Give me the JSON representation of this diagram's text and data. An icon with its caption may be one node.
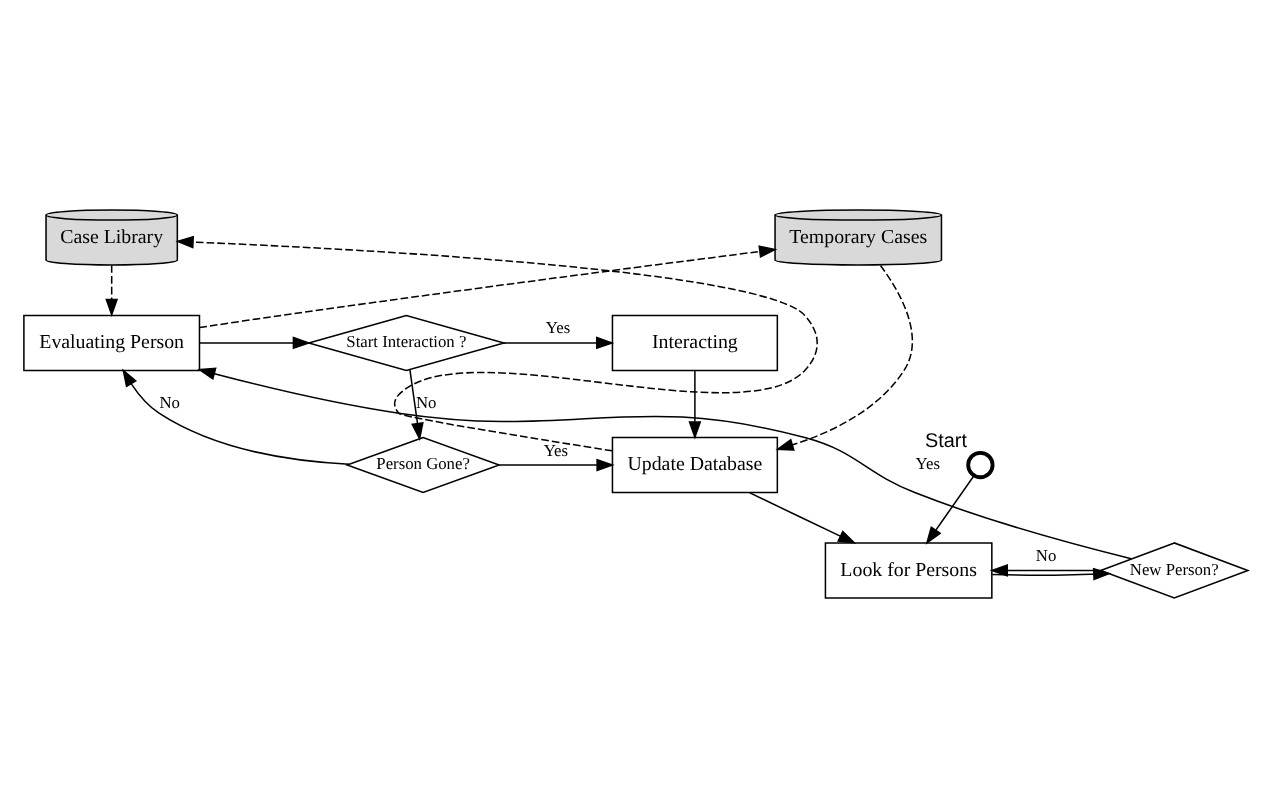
{
  "diagram": {
    "nodes": [
      {
        "text": [
          "Case Library"
        ]
      },
      {
        "text": [
          "Temporary Cases"
        ]
      },
      {
        "text": [
          "Evaluating Person"
        ]
      },
      {
        "text": [
          "Start Interaction ?"
        ]
      },
      {
        "text": [
          "Interacting"
        ]
      },
      {
        "text": [
          "Person Gone?"
        ]
      },
      {
        "text": [
          "Update Database"
        ]
      },
      {
        "text": [],
        "shape": "circle",
        "beside": [
          "Start"
        ]
      },
      {
        "text": [
          "New Person?"
        ]
      },
      {
        "text": [
          "Look for Persons"
        ]
      }
    ],
    "edges": [
      {
        "from": 0,
        "to": 2,
        "arrow": "to",
        "style": "dashed"
      },
      {
        "from": 2,
        "to": 1,
        "arrow": "to",
        "style": "dashed"
      },
      {
        "from": 2,
        "to": 3,
        "arrow": "to"
      },
      {
        "from": 3,
        "to": 4,
        "arrow": "to",
        "label": "Yes"
      },
      {
        "from": 3,
        "to": 5,
        "arrow": "to",
        "label": "No"
      },
      {
        "from": 4,
        "to": 6,
        "arrow": "to"
      },
      {
        "from": 1,
        "to": 6,
        "arrow": "to",
        "style": "dashed"
      },
      {
        "from": 6,
        "to": 0,
        "arrow": "to",
        "style": "dashed"
      },
      {
        "from": 5,
        "to": 6,
        "arrow": "to",
        "label": "Yes"
      },
      {
        "from": 5,
        "to": 2,
        "arrow": "to",
        "label": "No"
      },
      {
        "from": 6,
        "to": 9,
        "arrow": "to"
      },
      {
        "from": 7,
        "to": 9,
        "arrow": "to"
      },
      {
        "from": 9,
        "to": 8,
        "arrow": "to"
      },
      {
        "from": 8,
        "to": 2,
        "arrow": "to",
        "label": "Yes"
      },
      {
        "from": 8,
        "to": 9,
        "arrow": "to",
        "label": "No"
      }
    ]
  }
}
